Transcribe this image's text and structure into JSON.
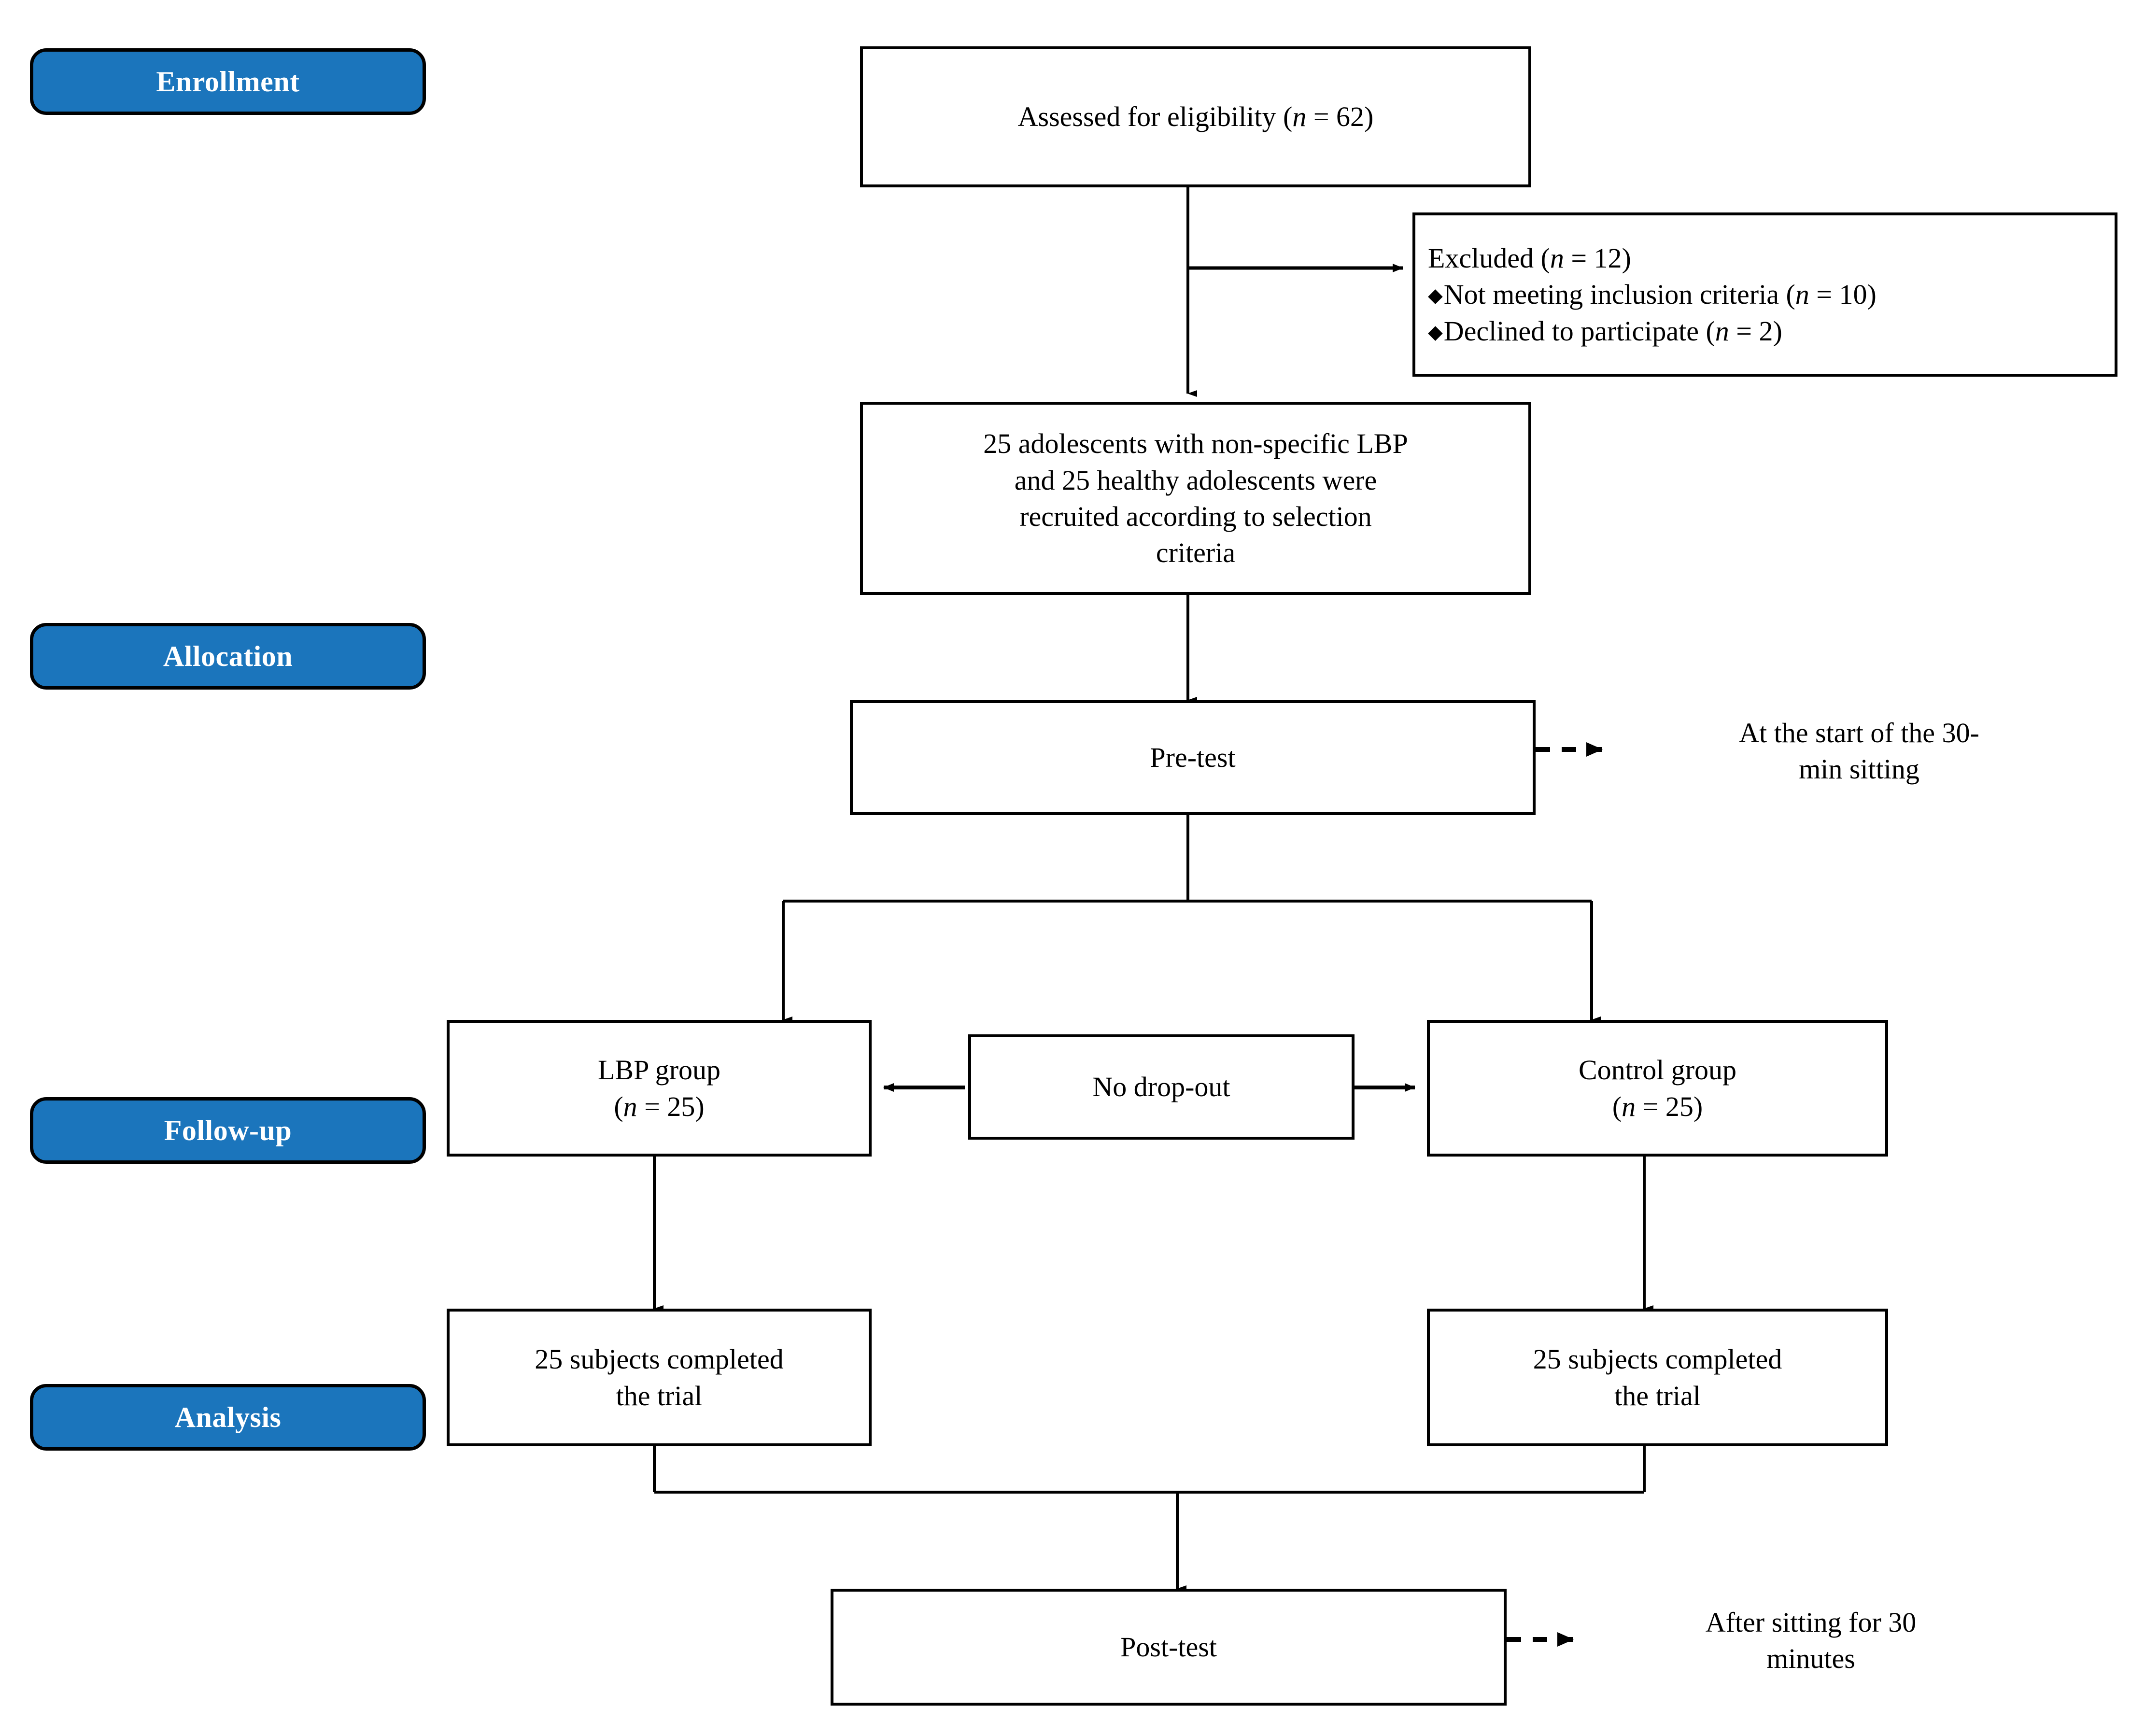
{
  "diagram": {
    "type": "consort-flow-diagram",
    "accent_color": "#1b75bc",
    "border_color": "#000000",
    "background": "#ffffff"
  },
  "stage_labels": [
    {
      "id": "enrollment",
      "label": "Enrollment"
    },
    {
      "id": "allocation",
      "label": "Allocation"
    },
    {
      "id": "followup",
      "label": "Follow-up"
    },
    {
      "id": "analysis",
      "label": "Analysis"
    }
  ],
  "boxes": {
    "eligibility": {
      "text_prefix": "Assessed for eligibility (",
      "n_symbol": "n",
      "text_suffix": " = 62)"
    },
    "excluded": {
      "heading_prefix": "Excluded (",
      "heading_n": "n",
      "heading_suffix": " = 12)",
      "bullet_glyph": "◆",
      "bullets": [
        {
          "text_prefix": "Not meeting inclusion criteria (",
          "n_symbol": "n",
          "text_suffix": " = 10)"
        },
        {
          "text_prefix": "Declined to participate (",
          "n_symbol": "n",
          "text_suffix": " = 2)"
        }
      ]
    },
    "recruited": {
      "line1": "25 adolescents with non-specific LBP",
      "line2": "and 25 healthy adolescents were",
      "line3": "recruited according to selection",
      "line4": "criteria"
    },
    "pretest": {
      "label": "Pre-test"
    },
    "pretest_note": {
      "line1": "At the start of the 30-",
      "line2": "min sitting"
    },
    "lbp_group": {
      "line1": "LBP group",
      "n_prefix": "(",
      "n_symbol": "n",
      "n_suffix": " = 25)"
    },
    "no_dropout": {
      "label": "No drop-out"
    },
    "control_group": {
      "line1": "Control group",
      "n_prefix": "(",
      "n_symbol": "n",
      "n_suffix": " = 25)"
    },
    "lbp_completed": {
      "line1": "25 subjects completed",
      "line2": "the trial"
    },
    "control_completed": {
      "line1": "25 subjects completed",
      "line2": "the trial"
    },
    "posttest": {
      "label": "Post-test"
    },
    "posttest_note": {
      "line1": "After sitting for 30",
      "line2": "minutes"
    }
  }
}
